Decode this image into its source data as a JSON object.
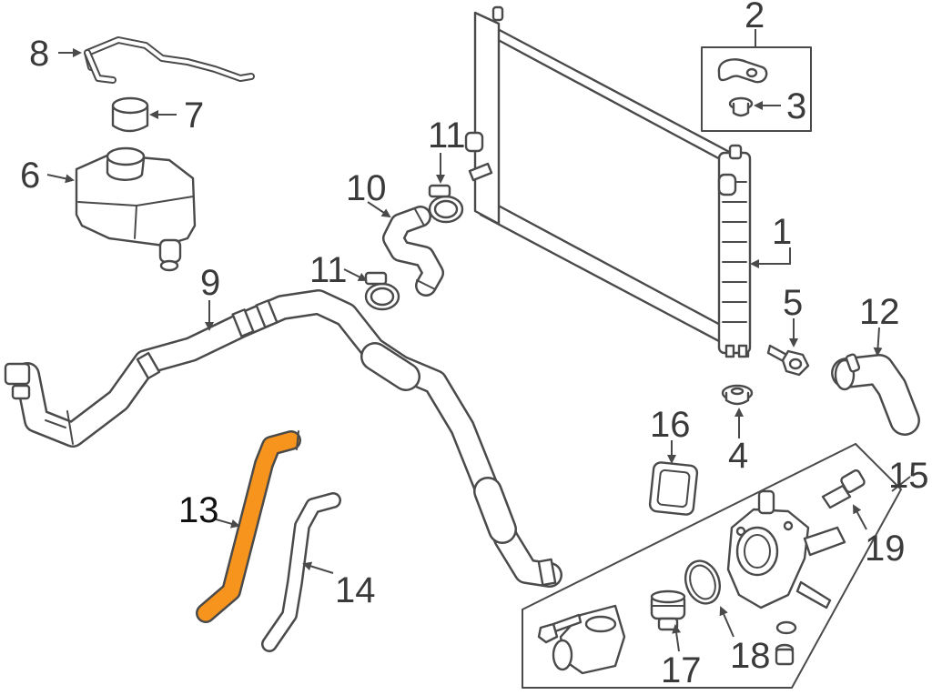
{
  "diagram": {
    "highlight_color": "#F7941D",
    "outline_color": "#4a4a4a",
    "labels": {
      "l1": "1",
      "l2": "2",
      "l3": "3",
      "l4": "4",
      "l5": "5",
      "l6": "6",
      "l7": "7",
      "l8": "8",
      "l9": "9",
      "l10": "10",
      "l11a": "11",
      "l11b": "11",
      "l12": "12",
      "l13": "13",
      "l14": "14",
      "l15": "15",
      "l16": "16",
      "l17": "17",
      "l18": "18",
      "l19": "19"
    },
    "highlighted_part": "13"
  }
}
